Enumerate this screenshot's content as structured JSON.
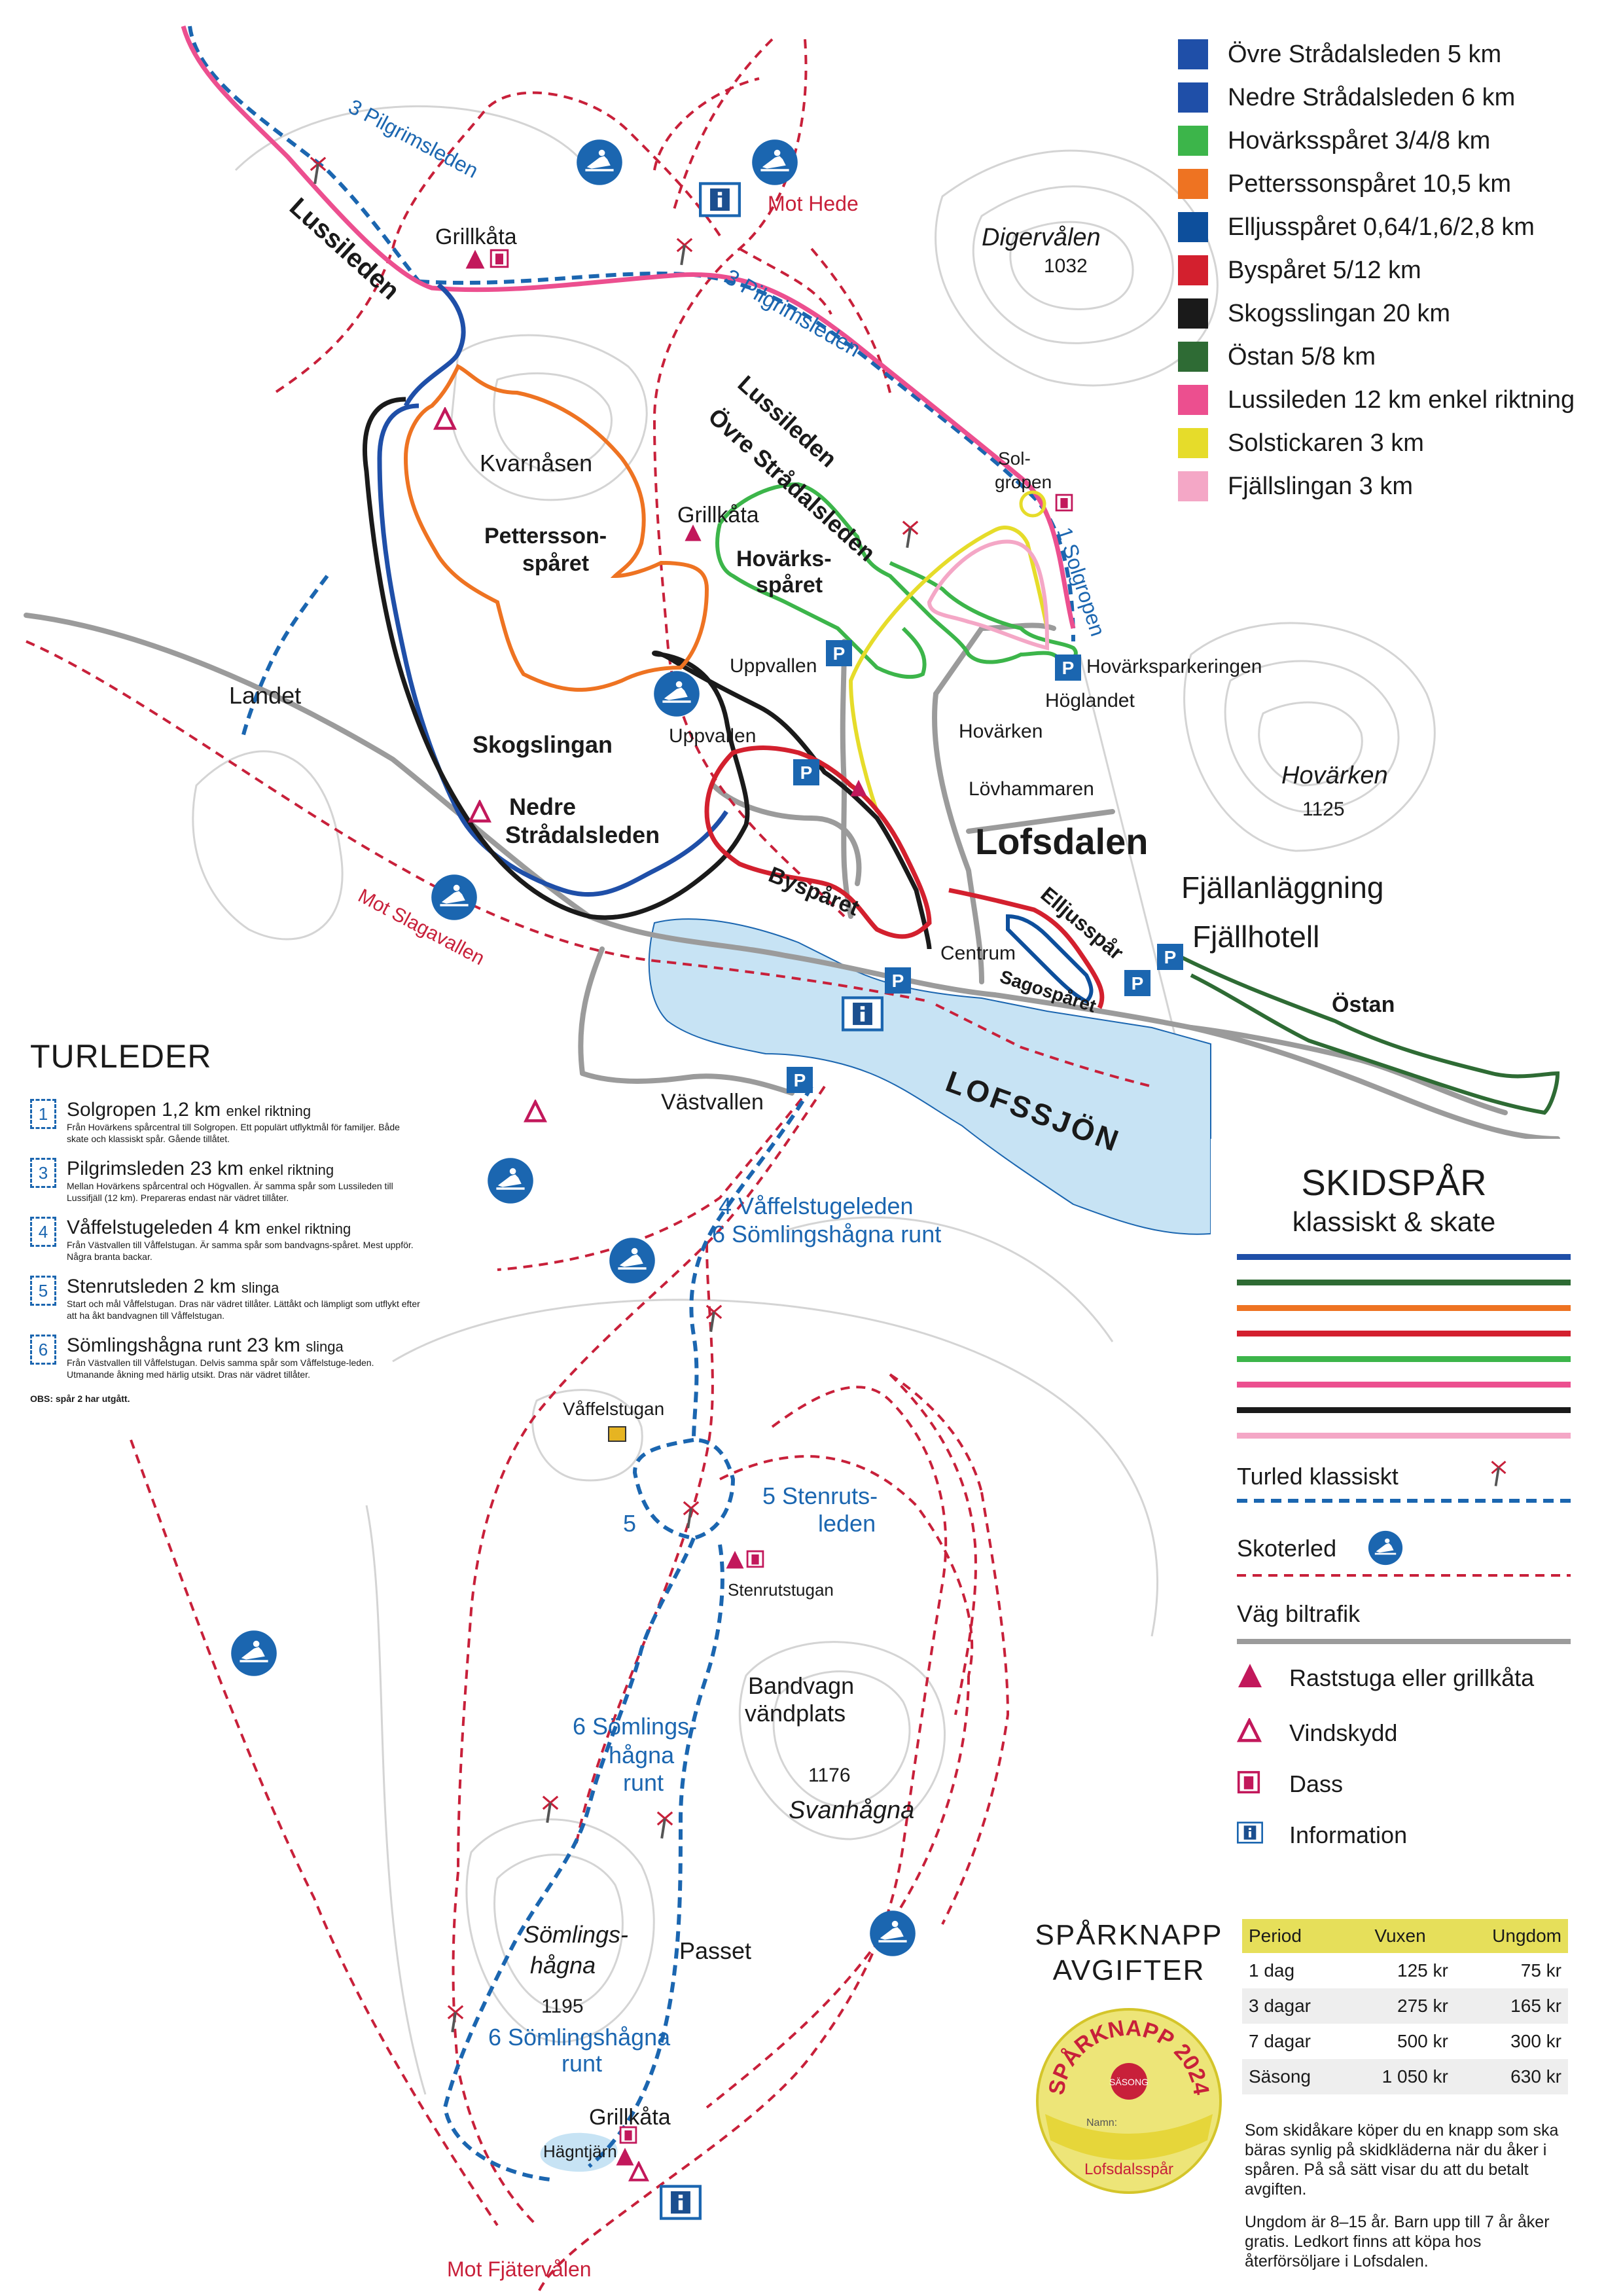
{
  "colors": {
    "ovre": "#1f4fa8",
    "nedre": "#1f4fa8",
    "hovark": "#3cb54a",
    "petterson": "#ee7322",
    "elljus": "#0d4f9c",
    "byspar": "#d3202e",
    "skog": "#1a1a1a",
    "ostan": "#2e6b34",
    "lussi": "#ec4f8f",
    "solstick": "#e6dc2a",
    "fjall": "#f4a7c6",
    "road": "#9b9b9b",
    "lake": "#c7e3f4",
    "turled": "#1b66b0",
    "skoter": "#c8203a",
    "contour": "#d4d4d4"
  },
  "legend": [
    {
      "label": "Övre Strådalsleden 5 km",
      "color": "#1f4fa8"
    },
    {
      "label": "Nedre Strådalsleden 6 km",
      "color": "#1f4fa8"
    },
    {
      "label": "Hovärksspåret 3/4/8 km",
      "color": "#3cb54a"
    },
    {
      "label": "Petterssonspåret 10,5 km",
      "color": "#ee7322"
    },
    {
      "label": "Elljusspåret 0,64/1,6/2,8 km",
      "color": "#0d4f9c"
    },
    {
      "label": "Byspåret 5/12 km",
      "color": "#d3202e"
    },
    {
      "label": "Skogsslingan 20 km",
      "color": "#1a1a1a"
    },
    {
      "label": "Östan 5/8 km",
      "color": "#2e6b34"
    },
    {
      "label": "Lussileden 12 km enkel riktning",
      "color": "#ec4f8f"
    },
    {
      "label": "Solstickaren 3 km",
      "color": "#e6dc2a"
    },
    {
      "label": "Fjällslingan 3 km",
      "color": "#f4a7c6"
    }
  ],
  "map": {
    "lussileden": "Lussileden",
    "pilgrim_a": "3 Pilgrimsleden",
    "pilgrim_b": "3 Pilgrimsleden",
    "grillkata_1": "Grillkåta",
    "grillkata_2": "Grillkåta",
    "grillkata_3": "Grillkåta",
    "mot_hede": "Mot Hede",
    "digervalen": "Digervålen",
    "digervalen_h": "1032",
    "lussi_ovre_1": "Lussileden",
    "lussi_ovre_2": "Övre Strådalsleden",
    "solgropen_1": "Sol-",
    "solgropen_2": "gropen",
    "solgropen_trail": "1 Solgropen",
    "kvarnasen": "Kvarnåsen",
    "petterson_1": "Pettersson-",
    "petterson_2": "spåret",
    "hovarks_1": "Hovärks-",
    "hovarks_2": "spåret",
    "uppvallen_1": "Uppvallen",
    "uppvallen_2": "Uppvallen",
    "hovarkparkering": "Hovärksparkeringen",
    "hoglandet": "Höglandet",
    "hovarken_vill": "Hovärken",
    "landet": "Landet",
    "skogslingan": "Skogslingan",
    "nedre_1": "Nedre",
    "nedre_2": "Strådalsleden",
    "lovhammaren": "Lövhammaren",
    "hovarken_peak": "Hovärken",
    "hovarken_h": "1125",
    "lofsdalen": "Lofsdalen",
    "fjallanl": "Fjällanläggning",
    "fjallhotell": "Fjällhotell",
    "mot_slagavallen": "Mot Slagavallen",
    "byspar": "Byspåret",
    "elljusspar": "Elljusspår",
    "sagosparet": "Sagospåret",
    "centrum": "Centrum",
    "ostan": "Östan",
    "lofssjon": "LOFSSJÖN",
    "vastvallen": "Västvallen",
    "trail4_a": "4 Våffelstugeleden",
    "trail4_b": "6 Sömlingshågna runt",
    "vaffelstugan": "Våffelstugan",
    "stenruts_1": "5 Stenruts-",
    "stenruts_2": "leden",
    "five": "5",
    "stenrutstugan": "Stenrutstugan",
    "bandvagn_1": "Bandvagn",
    "bandvagn_2": "vändplats",
    "svanhagna_h": "1176",
    "svanhagna": "Svanhågna",
    "sml_1": "6  Sömlings-",
    "sml_2": "hågna",
    "sml_3": "runt",
    "somlings_1": "Sömlings-",
    "somlings_2": "hågna",
    "somlings_h": "1195",
    "passet": "Passet",
    "sml_b1": "6 Sömlingshågna",
    "sml_b2": "runt",
    "hagntjarn": "Hägntjärn",
    "mot_fjatervalen": "Mot Fjätervålen",
    "info": "i",
    "parking": "P"
  },
  "turleder": {
    "heading": "TURLEDER",
    "items": [
      {
        "num": "1",
        "title": "Solgropen 1,2 km",
        "suffix": "enkel riktning",
        "desc": "Från Hovärkens spårcentral till Solgropen. Ett populärt utflyktmål för familjer. Både skate och klassiskt spår. Gående tillåtet."
      },
      {
        "num": "3",
        "title": "Pilgrimsleden 23 km",
        "suffix": "enkel riktning",
        "desc": "Mellan Hovärkens spårcentral och Högvallen. Är samma spår som Lussileden till Lussifjäll (12 km). Prepareras endast när vädret tillåter."
      },
      {
        "num": "4",
        "title": "Våffelstugeleden 4 km",
        "suffix": "enkel riktning",
        "desc": "Från Västvallen till Våffelstugan. Är samma spår som bandvagns-spåret. Mest uppför. Några branta backar."
      },
      {
        "num": "5",
        "title": "Stenrutsleden 2 km",
        "suffix": "slinga",
        "desc": "Start och mål Våffelstugan. Dras när vädret tillåter. Lättåkt och lämpligt som utflykt efter att ha åkt bandvagnen till Våffelstugan."
      },
      {
        "num": "6",
        "title": "Sömlingshågna runt 23 km",
        "suffix": "slinga",
        "desc": "Från Västvallen till Våffelstugan. Delvis samma spår som Våffelstuge-leden. Utmanande åkning med härlig utsikt. Dras när vädret tillåter."
      }
    ],
    "note": "OBS: spår 2 har utgått."
  },
  "skidspar": {
    "title": "SKIDSPÅR",
    "subtitle": "klassiskt & skate",
    "lines": [
      "#1f4fa8",
      "#2e6b34",
      "#ee7322",
      "#d3202e",
      "#3cb54a",
      "#ec4f8f",
      "#1a1a1a",
      "#f4a7c6"
    ],
    "turled": "Turled klassiskt",
    "skoter": "Skoterled",
    "vag": "Väg biltrafik",
    "rast": "Raststuga eller grillkåta",
    "vind": "Vindskydd",
    "dass": "Dass",
    "info": "Information"
  },
  "avgifter": {
    "title1": "SPÅRKNAPP",
    "title2": "AVGIFTER",
    "badge_text": "SPÅRKNAPP 2024",
    "badge_sasong": "SÄSONG",
    "badge_namn": "Namn:",
    "badge_foot": "Lofsdalsspår",
    "headers": [
      "Period",
      "Vuxen",
      "Ungdom"
    ],
    "rows": [
      [
        "1 dag",
        "125 kr",
        "75 kr"
      ],
      [
        "3 dagar",
        "275 kr",
        "165 kr"
      ],
      [
        "7 dagar",
        "500 kr",
        "300 kr"
      ],
      [
        "Säsong",
        "1 050 kr",
        "630 kr"
      ]
    ],
    "info1": "Som skidåkare köper du en knapp som ska bäras synlig på skidkläderna när du åker i spåren. På så sätt visar du att du betalt avgiften.",
    "info2": "Ungdom är 8–15 år. Barn upp till 7 år åker gratis. Ledkort finns att köpa hos återförsöljare i Lofsdalen."
  }
}
